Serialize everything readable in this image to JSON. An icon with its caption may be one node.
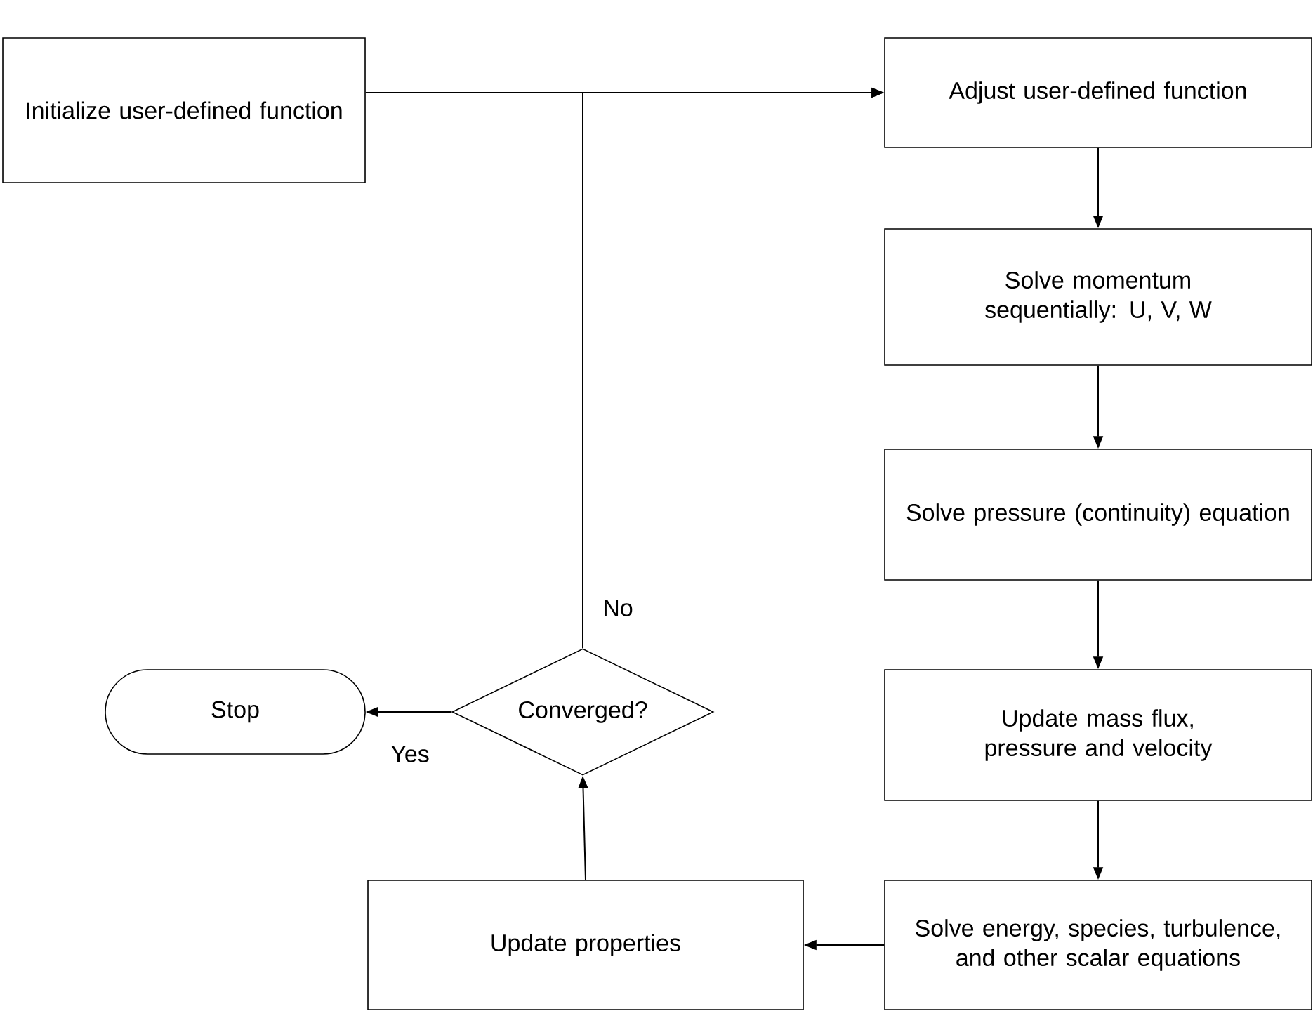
{
  "diagram": {
    "nodes": [
      {
        "text": [
          "Initialize user-defined function"
        ]
      },
      {
        "text": [
          "Adjust user-defined function"
        ]
      },
      {
        "text": [
          "Solve momentum sequentially: U, V, W"
        ]
      },
      {
        "text": [
          "Solve pressure (continuity) equation"
        ]
      },
      {
        "text": [
          "Update mass flux, pressure and velocity"
        ]
      },
      {
        "text": [
          "Solve energy, species, turbulence, and other scalar equations"
        ]
      },
      {
        "text": [
          "Update properties"
        ]
      },
      {
        "text": [
          "Converged?"
        ]
      },
      {
        "text": [
          "Stop"
        ]
      }
    ],
    "edges": [
      {
        "from": 0,
        "to": 1,
        "arrow": "to"
      },
      {
        "from": 7,
        "to": 1,
        "arrow": "to",
        "label": "No"
      },
      {
        "from": 1,
        "to": 2,
        "arrow": "to"
      },
      {
        "from": 2,
        "to": 3,
        "arrow": "to"
      },
      {
        "from": 3,
        "to": 4,
        "arrow": "to"
      },
      {
        "from": 4,
        "to": 5,
        "arrow": "to"
      },
      {
        "from": 5,
        "to": 6,
        "arrow": "to"
      },
      {
        "from": 6,
        "to": 7,
        "arrow": "to"
      },
      {
        "from": 7,
        "to": 8,
        "arrow": "to",
        "label": "Yes"
      }
    ]
  }
}
